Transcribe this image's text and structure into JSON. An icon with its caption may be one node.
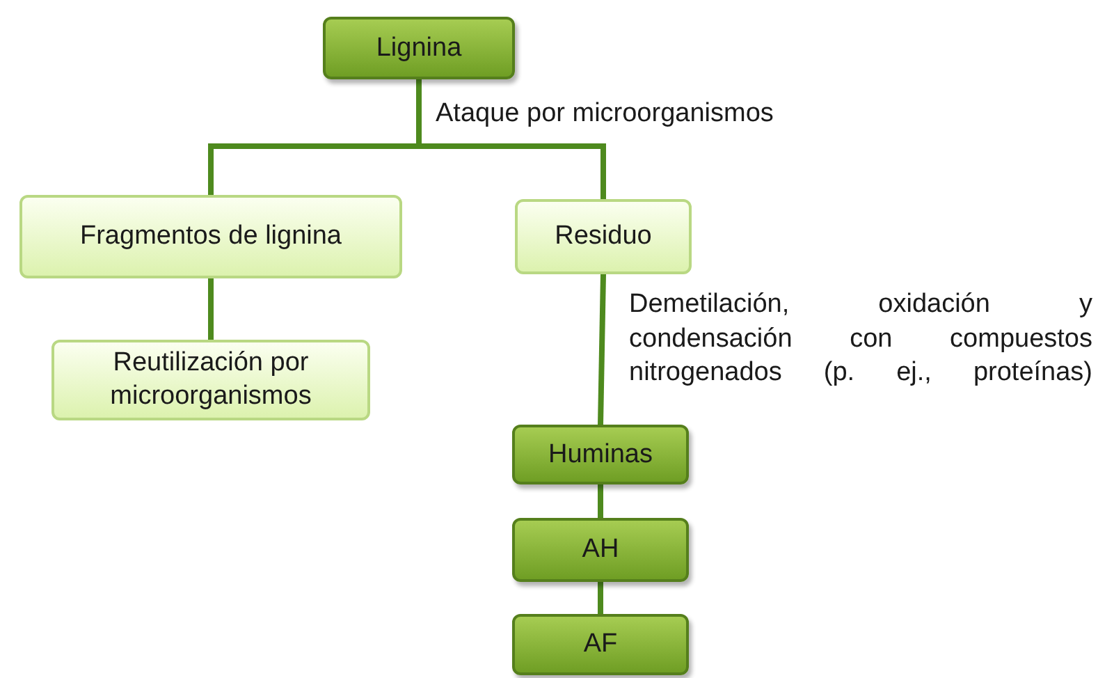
{
  "diagram": {
    "nodes": [
      {
        "text": [
          "Lignina"
        ]
      },
      {
        "text": [
          "Fragmentos de lignina"
        ]
      },
      {
        "text": [
          "Residuo"
        ]
      },
      {
        "text": [
          "Reutilización por microorganismos"
        ]
      },
      {
        "text": [
          "Huminas"
        ]
      },
      {
        "text": [
          "AH"
        ]
      },
      {
        "text": [
          "AF"
        ]
      }
    ],
    "edges": [
      {
        "from": 0,
        "to": 1,
        "arrow": "none",
        "label": "Ataque por microorganismos"
      },
      {
        "from": 0,
        "to": 2,
        "arrow": "none"
      },
      {
        "from": 1,
        "to": 3,
        "arrow": "none"
      },
      {
        "from": 2,
        "to": 4,
        "arrow": "none",
        "label": "Demetilación, oxidación y condensación con compuestos nitrogenados (p. ej., proteínas)"
      },
      {
        "from": 4,
        "to": 5,
        "arrow": "none"
      },
      {
        "from": 5,
        "to": 6,
        "arrow": "none"
      }
    ]
  }
}
